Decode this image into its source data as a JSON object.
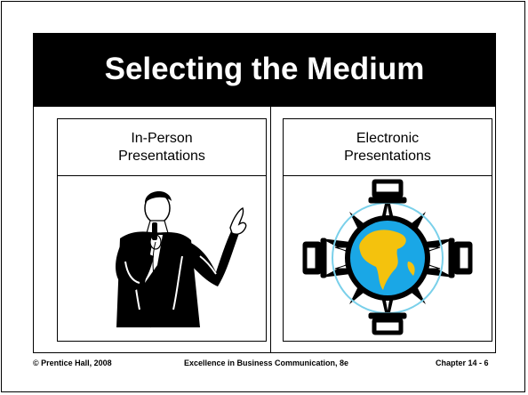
{
  "slide": {
    "title": "Selecting the Medium",
    "panels": [
      {
        "line1": "In-Person",
        "line2": "Presentations",
        "art_icon": "speaker-with-microphone-icon"
      },
      {
        "line1": "Electronic",
        "line2": "Presentations",
        "art_icon": "networked-globe-icon"
      }
    ]
  },
  "footer": {
    "left": "© Prentice Hall, 2008",
    "center": "Excellence in Business Communication, 8e",
    "right": "Chapter 14 - 6"
  },
  "colors": {
    "title_bg": "#000000",
    "title_text": "#ffffff",
    "globe_ocean": "#1aa7e6",
    "globe_land": "#f4c20d",
    "orbit": "#7ad0ea"
  }
}
